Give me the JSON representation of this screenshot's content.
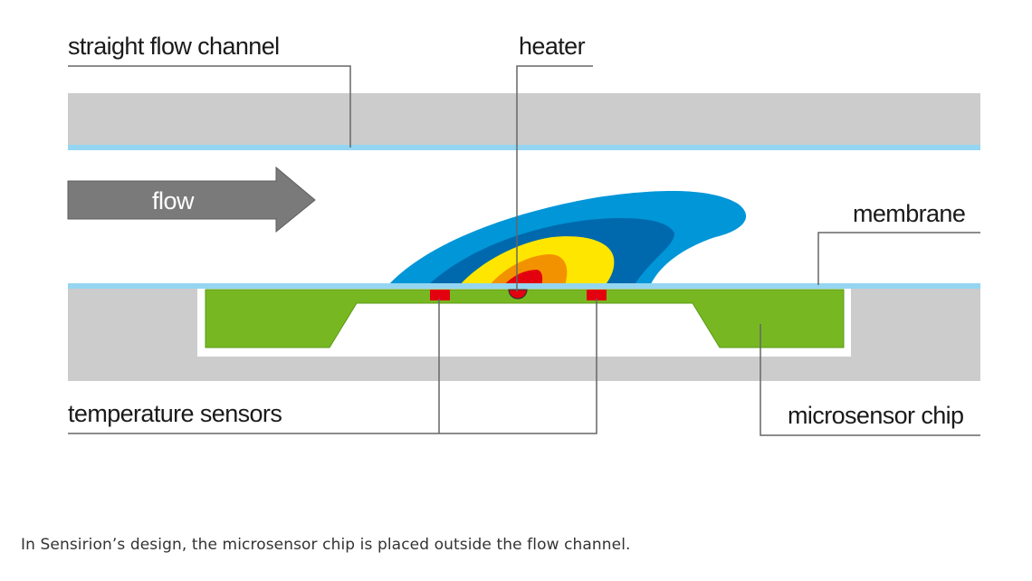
{
  "labels": {
    "straight_flow_channel": "straight flow channel",
    "heater": "heater",
    "flow": "flow",
    "membrane": "membrane",
    "temperature_sensors": "temperature sensors",
    "microsensor_chip": "microsensor chip"
  },
  "caption": "In Sensirion’s design, the microsensor chip is placed outside the flow channel.",
  "colors": {
    "channel_wall": "#cccccc",
    "channel_edge": "#94d6f1",
    "chip": "#77b822",
    "chip_edge": "#5a9a17",
    "sensor": "#e3000f",
    "arrow": "#7a7a7a",
    "leader_line": "#666666",
    "heat_outer": "#0096d8",
    "heat_mid": "#0069ad",
    "heat_yellow": "#ffe600",
    "heat_orange": "#f39200",
    "heat_red": "#e3000f"
  }
}
